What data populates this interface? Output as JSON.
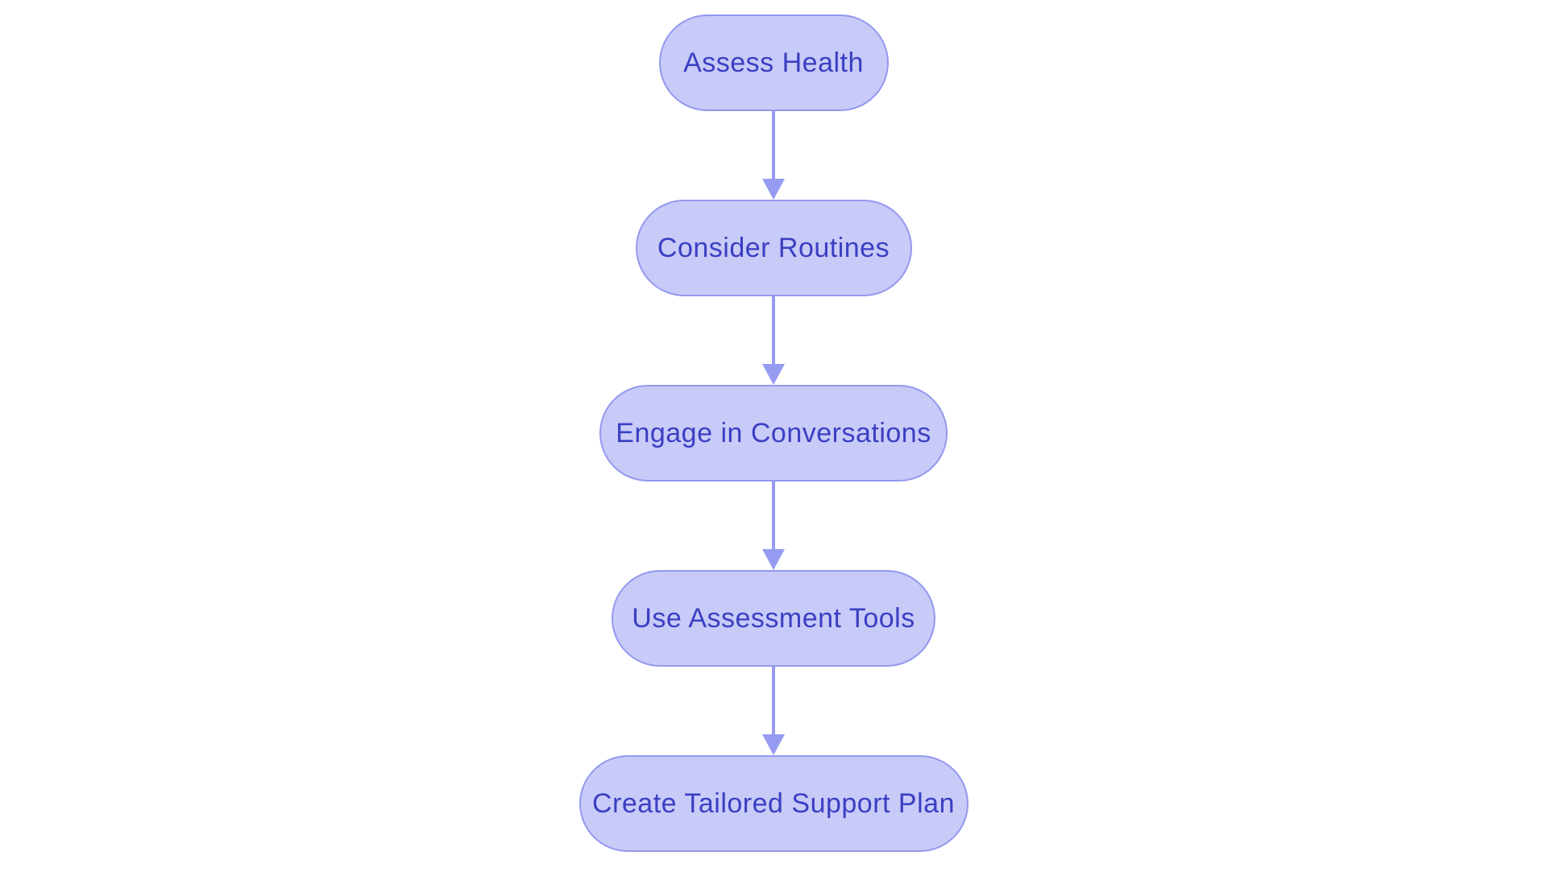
{
  "diagram": {
    "type": "flowchart",
    "direction": "top-down",
    "background_color": "#ffffff",
    "node_fill_color": "#c8caf8",
    "node_border_color": "#9399ee",
    "node_text_color": "#3a3fc2",
    "arrow_color": "#969cf1",
    "nodes": [
      {
        "id": "assess-health",
        "label": "Assess Health"
      },
      {
        "id": "consider-routines",
        "label": "Consider Routines"
      },
      {
        "id": "engage-in-conversations",
        "label": "Engage in Conversations"
      },
      {
        "id": "use-assessment-tools",
        "label": "Use Assessment Tools"
      },
      {
        "id": "create-tailored-support-plan",
        "label": "Create Tailored Support Plan"
      }
    ],
    "edges": [
      {
        "from": "assess-health",
        "to": "consider-routines"
      },
      {
        "from": "consider-routines",
        "to": "engage-in-conversations"
      },
      {
        "from": "engage-in-conversations",
        "to": "use-assessment-tools"
      },
      {
        "from": "use-assessment-tools",
        "to": "create-tailored-support-plan"
      }
    ]
  }
}
